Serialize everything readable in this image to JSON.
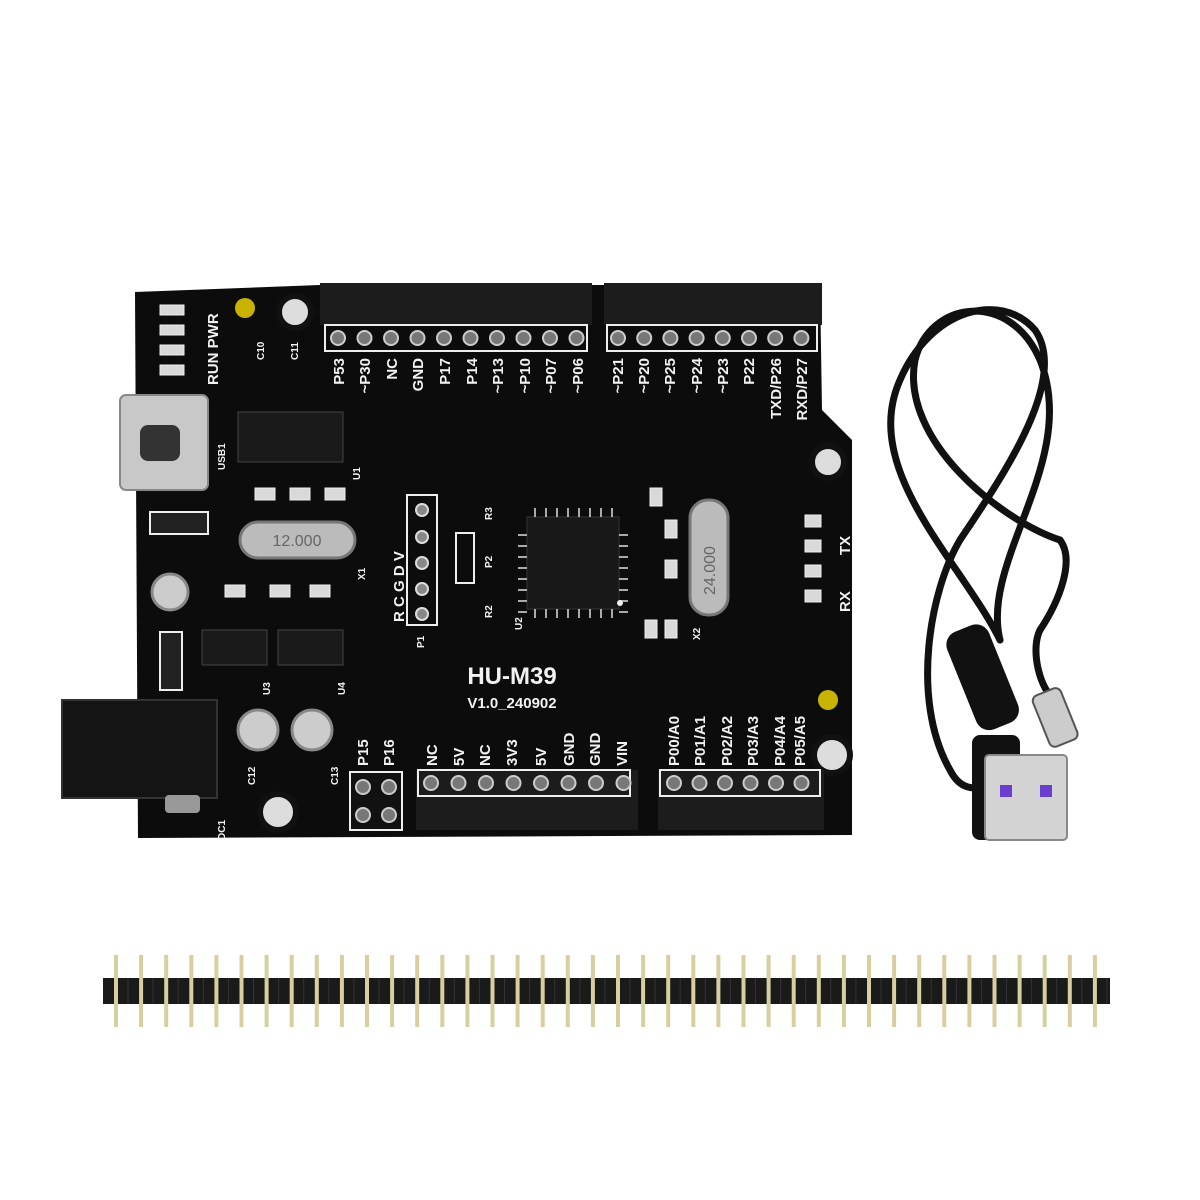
{
  "board": {
    "model": "HU-M39",
    "version": "V1.0_240902",
    "top_left_header": [
      "P53",
      "~P30",
      "NC",
      "GND",
      "P17",
      "P14",
      "~P13",
      "~P10",
      "~P07",
      "~P06"
    ],
    "top_right_header": [
      "~P21",
      "~P20",
      "~P25",
      "~P24",
      "~P23",
      "P22",
      "TXD/P26",
      "RXD/P27"
    ],
    "bottom_small_header": [
      "P15",
      "P16"
    ],
    "power_header": [
      "NC",
      "5V",
      "NC",
      "3V3",
      "5V",
      "GND",
      "GND",
      "VIN"
    ],
    "analog_header": [
      "P00/A0",
      "P01/A1",
      "P02/A2",
      "P03/A3",
      "P04/A4",
      "P05/A5"
    ],
    "silk": {
      "run_pwr": "RUN PWR",
      "usb": "USB1",
      "u1": "U1",
      "u2": "U2",
      "u3": "U3",
      "u4": "U4",
      "x1": "X1",
      "x2": "X2",
      "p1": "P1",
      "p2": "P2",
      "icsp": "R C G D V",
      "crystal1": "12.000",
      "crystal2": "24.000",
      "rx": "RX",
      "tx": "TX",
      "dc": "DC1",
      "c12": "C12",
      "c13": "C13",
      "c10": "C10",
      "c11": "C11",
      "r2": "R2",
      "r3": "R3"
    }
  },
  "colors": {
    "pcb": "#0c0c0c",
    "silkscreen": "#f2f2f2",
    "gold_pad": "#c8b400",
    "usb_insert": "#6a3fd0"
  }
}
